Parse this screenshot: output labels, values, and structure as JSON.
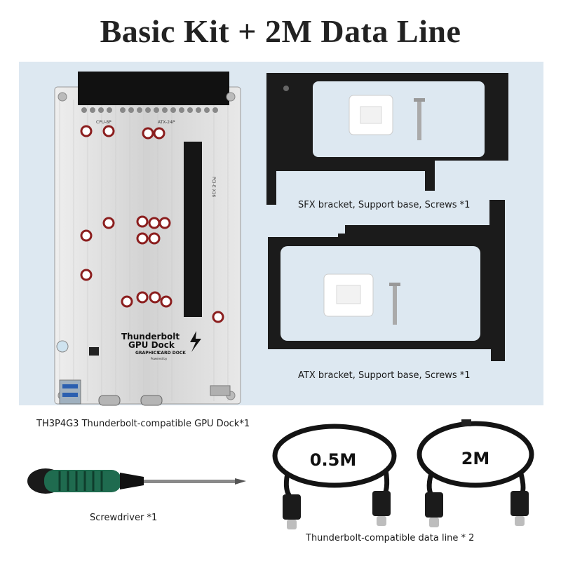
{
  "title": "Basic Kit + 2M Data Line",
  "captions": {
    "dock": "TH3P4G3 Thunderbolt-compatible GPU Dock*1",
    "sfx": "SFX bracket, Support base, Screws  *1",
    "atx": "ATX bracket, Support base, Screws  *1",
    "screwdriver": "Screwdriver *1",
    "cables": "Thunderbolt-compatible data line * 2"
  },
  "board_text": {
    "brand_line1": "Thunderbolt",
    "brand_line2": "GPU Dock",
    "brand_line3": "GRAPHICS",
    "brand_line4": "CARD DOCK",
    "powered": "Powered by",
    "label_cpu": "CPU-8P",
    "label_atx": "ATX-24P",
    "label_pcie": "PCI-E X16"
  },
  "cable_labels": {
    "short": "0.5M",
    "long": "2M"
  },
  "colors": {
    "panel_bg": "#dde8f1",
    "bracket": "#1b1b1b",
    "board": "#d8d8d8",
    "screwdriver_handle": "#1f6b4f"
  }
}
